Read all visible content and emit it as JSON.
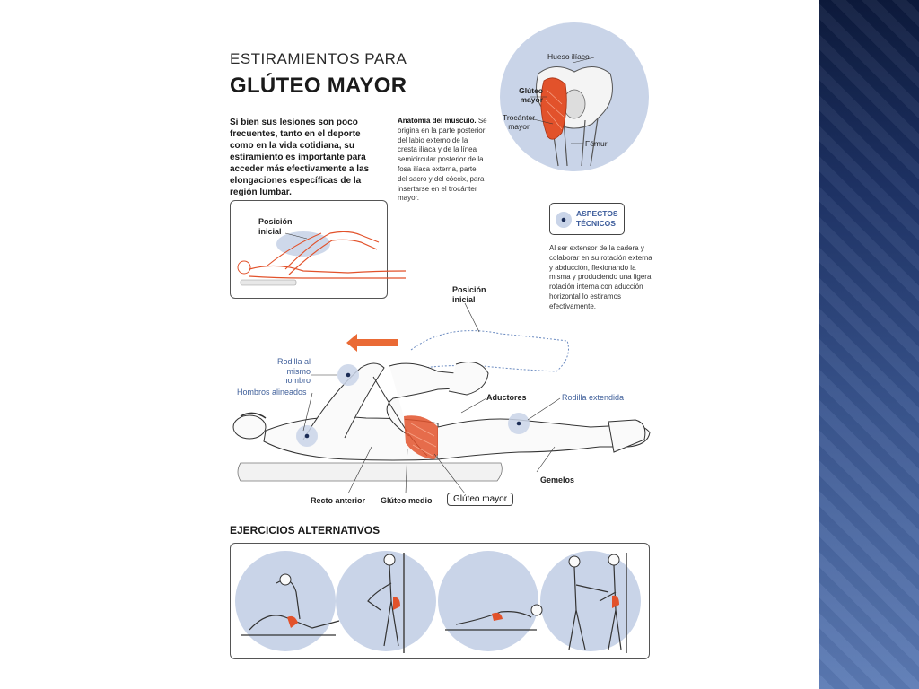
{
  "page": {
    "title_line1": "ESTIRAMIENTOS PARA",
    "title_line2": "GLÚTEO MAYOR",
    "intro": "Si bien sus lesiones son poco frecuentes, tanto en el deporte como en la vida cotidiana, su estiramiento es importante para acceder más efectivamente a las elongaciones específicas de la región lumbar.",
    "anatomy_heading": "Anatomía del músculo.",
    "anatomy_text": "Se origina en la parte posterior del labio externo de la cresta ilíaca y de la línea semicircular posterior de la fosa ilíaca externa, parte del sacro y del cóccix, para insertarse en el trocánter mayor.",
    "anatomy_labels": {
      "hueso": "Hueso ilíaco",
      "gluteo": "Glúteo mayor",
      "trocanter": "Trocánter mayor",
      "femur": "Fémur"
    },
    "tech_badge": "ASPECTOS TÉCNICOS",
    "tech_text": "Al ser extensor de la cadera y colaborar en su rotación externa y abducción, flexionando la misma y produciendo una ligera rotación interna con aducción horizontal lo estiramos efectivamente.",
    "inset_label": "Posición inicial",
    "main_labels": {
      "posicion": "Posición inicial",
      "rodilla_hombro": "Rodilla al mismo hombro",
      "hombros": "Hombros alineados",
      "aductores": "Aductores",
      "rodilla_ext": "Rodilla extendida",
      "recto": "Recto anterior",
      "gluteo_medio": "Glúteo medio",
      "gluteo_mayor": "Glúteo mayor",
      "gemelos": "Gemelos"
    },
    "alt_title": "EJERCICIOS ALTERNATIVOS"
  },
  "colors": {
    "muscle": "#e2522b",
    "circle": "#c9d4e8",
    "blue_text": "#3f5f9a",
    "band_dark": "#0d1a3c",
    "band_light": "#5c7bb5"
  }
}
